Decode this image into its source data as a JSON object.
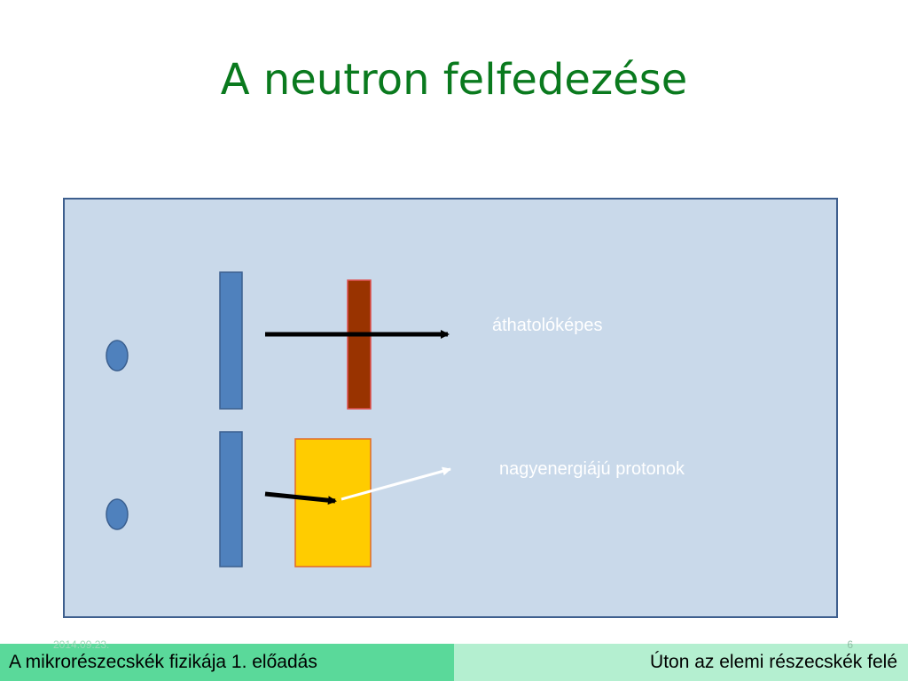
{
  "slide": {
    "title": "A neutron felfedezése"
  },
  "diagram": {
    "labels": {
      "penetrating": "áthatolóképes",
      "protons": "nagyenergiájú protonok"
    }
  },
  "footer": {
    "date": "2014.09.23.",
    "course": "A mikrorészecskék fizikája   1. előadás",
    "page": "6",
    "section": "Úton az elemi részecskék felé"
  },
  "colors": {
    "title": "#0a7a1e",
    "panel_fill": "#c9d9ea",
    "panel_border": "#3e5f8e",
    "source_blue": "#4f81bd",
    "absorber_red": "#993300",
    "paraffin_yellow": "#ffcc00",
    "footer_left": "#5ad99a",
    "footer_right": "#b4efd0"
  }
}
